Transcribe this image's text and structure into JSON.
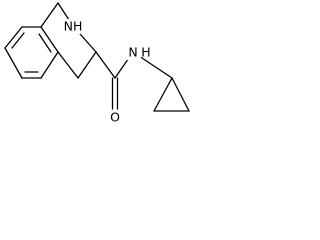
{
  "molecule": {
    "atom_labels": {
      "ring_nitrogen": "NH",
      "amide_nitrogen": "N",
      "amide_hydrogen": "H",
      "carbonyl_oxygen": "O"
    },
    "colors": {
      "bond": "#000000",
      "label": "#000000",
      "background": "#ffffff"
    }
  }
}
